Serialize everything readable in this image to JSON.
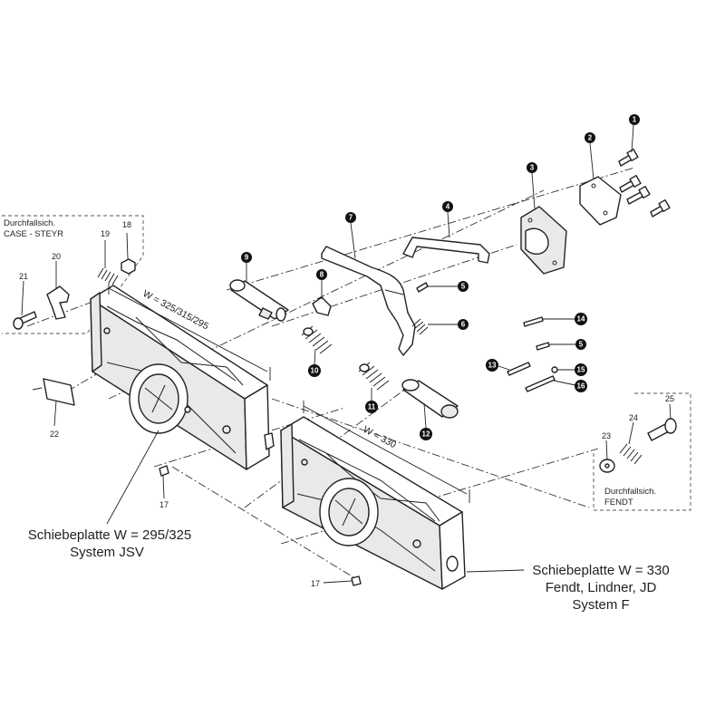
{
  "badges": [
    "1",
    "2",
    "3",
    "4",
    "5",
    "6",
    "7",
    "8",
    "9",
    "10",
    "11",
    "12",
    "13",
    "14",
    "5",
    "15",
    "16"
  ],
  "plain_numbers": [
    "18",
    "19",
    "20",
    "21",
    "22",
    "17",
    "17",
    "23",
    "24",
    "25"
  ],
  "boxes": {
    "case_steyr": {
      "line1": "Durchfallsich.",
      "line2": "CASE - STEYR"
    },
    "fendt": {
      "line1": "Durchfallsich.",
      "line2": "FENDT"
    }
  },
  "dimensions": {
    "left": "W = 325/315/295",
    "right": "W = 330"
  },
  "captions": {
    "left": {
      "line1": "Schiebeplatte W = 295/325",
      "line2": "System JSV"
    },
    "right": {
      "line1": "Schiebeplatte W = 330",
      "line2": "Fendt, Lindner, JD",
      "line3": "System F"
    }
  }
}
